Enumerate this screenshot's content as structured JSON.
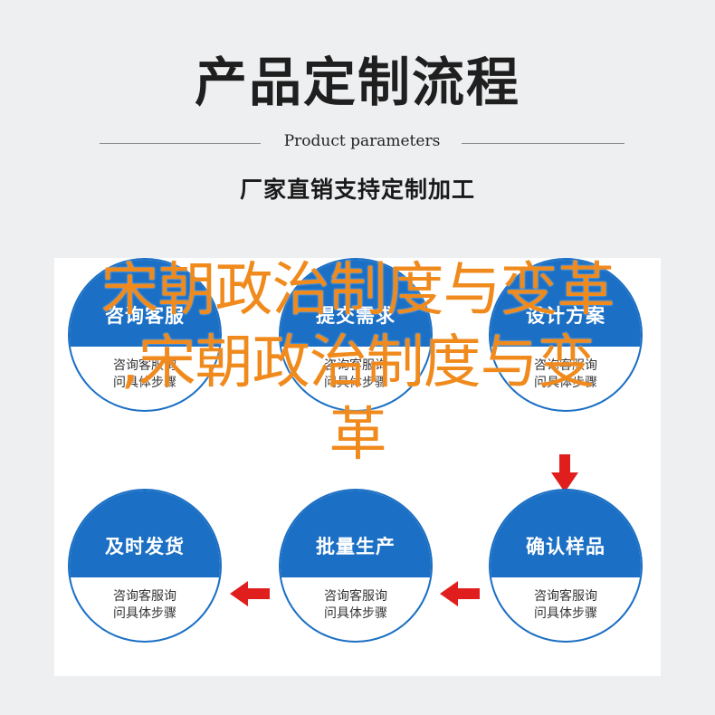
{
  "header": {
    "title": "产品定制流程",
    "subtitle": "Product parameters",
    "tagline": "厂家直销支持定制加工"
  },
  "colors": {
    "accent": "#1b6fc4",
    "arrow": "#e01e1e",
    "overlay": "#f08a1c"
  },
  "nodes": [
    {
      "id": "consult",
      "title": "咨询客服",
      "line1": "咨询客服询",
      "line2": "问具体步骤"
    },
    {
      "id": "submit",
      "title": "提交需求",
      "line1": "咨询客服询",
      "line2": "问具体步骤"
    },
    {
      "id": "design",
      "title": "设计方案",
      "line1": "咨询客服询",
      "line2": "问具体步骤"
    },
    {
      "id": "deliver",
      "title": "及时发货",
      "line1": "咨询客服询",
      "line2": "问具体步骤"
    },
    {
      "id": "mass",
      "title": "批量生产",
      "line1": "咨询客服询",
      "line2": "问具体步骤"
    },
    {
      "id": "confirm",
      "title": "确认样品",
      "line1": "咨询客服询",
      "line2": "问具体步骤"
    }
  ],
  "overlay": {
    "line1": "宋朝政治制度与变革",
    "line2": ",宋朝政治制度与变",
    "line3": "革"
  }
}
